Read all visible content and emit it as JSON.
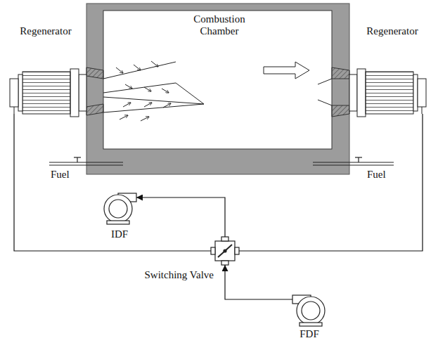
{
  "diagram": {
    "nodes": [
      {
        "text": [
          "Regenerator"
        ]
      },
      {
        "text": [
          "Combustion Chamber"
        ]
      },
      {
        "text": [
          "Regenerator"
        ]
      },
      {
        "text": [
          "IDF"
        ]
      },
      {
        "text": [
          "Switching Valve"
        ]
      },
      {
        "text": [
          "FDF"
        ]
      }
    ],
    "edges": [
      {
        "from": 0,
        "to": 4,
        "arrow": "none"
      },
      {
        "from": 2,
        "to": 4,
        "arrow": "none"
      },
      {
        "from": 4,
        "to": 3,
        "arrow": "to"
      },
      {
        "from": 5,
        "to": 4,
        "arrow": "to"
      }
    ],
    "labels": [
      "Fuel",
      "Fuel"
    ]
  }
}
